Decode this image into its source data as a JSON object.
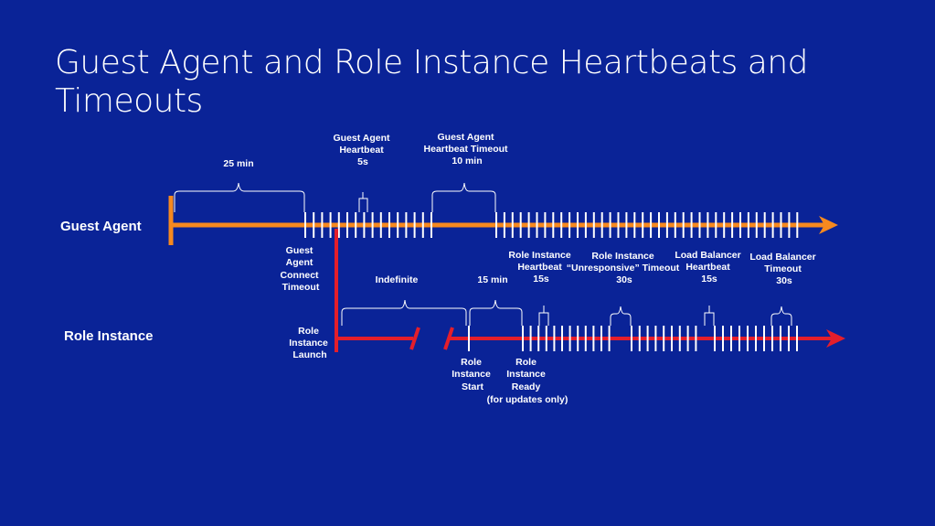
{
  "slide": {
    "title_lines": [
      "Guest Agent and Role Instance Heartbeats and",
      "Timeouts"
    ]
  },
  "rows": {
    "guest_agent": "Guest Agent",
    "role_instance": "Role Instance"
  },
  "annotations": {
    "ga_initial": "25 min",
    "ga_heartbeat": [
      "Guest Agent",
      "Heartbeat",
      "5s"
    ],
    "ga_heartbeat_timeout": [
      "Guest Agent",
      "Heartbeat Timeout",
      "10 min"
    ],
    "ga_connect_timeout": [
      "Guest",
      "Agent",
      "Connect",
      "Timeout"
    ],
    "indefinite": "Indefinite",
    "ri_15min": "15 min",
    "ri_heartbeat": [
      "Role Instance",
      "Heartbeat",
      "15s"
    ],
    "ri_unresponsive": [
      "Role Instance",
      "“Unresponsive” Timeout",
      "30s"
    ],
    "lb_heartbeat": [
      "Load Balancer",
      "Heartbeat",
      "15s"
    ],
    "lb_timeout": [
      "Load Balancer",
      "Timeout",
      "30s"
    ],
    "ri_launch": [
      "Role",
      "Instance",
      "Launch"
    ],
    "ri_start": [
      "Role",
      "Instance",
      "Start"
    ],
    "ri_ready": [
      "Role",
      "Instance",
      "Ready",
      "(for updates only)"
    ]
  },
  "colors": {
    "background": "#0a2397",
    "guest_agent_line": "#f6891f",
    "role_instance_line": "#e41e2b",
    "tick": "#ffffff"
  }
}
